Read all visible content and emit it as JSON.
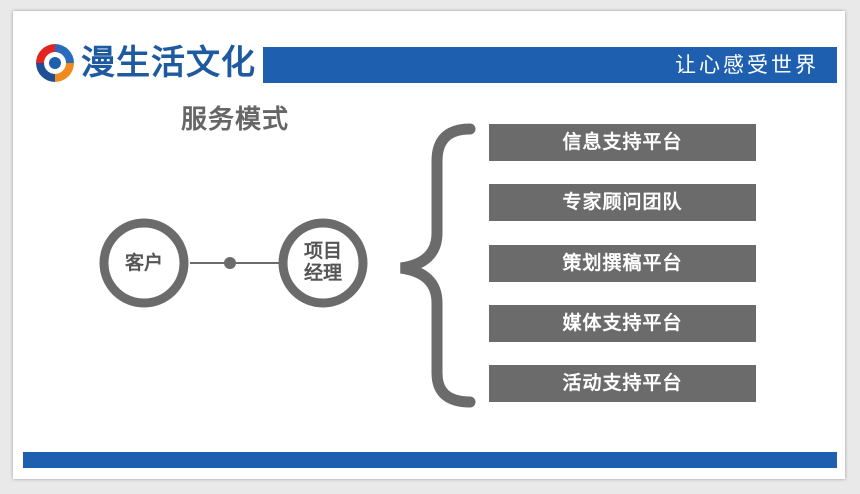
{
  "header": {
    "brand": "漫生活文化",
    "slogan": "让心感受世界"
  },
  "title": "服务模式",
  "nodes": {
    "client": "客户",
    "manager_line1": "项目",
    "manager_line2": "经理"
  },
  "platforms": [
    "信息支持平台",
    "专家顾问团队",
    "策划撰稿平台",
    "媒体支持平台",
    "活动支持平台"
  ],
  "colors": {
    "brand_blue": "#1e5fb0",
    "circle_gray": "#6b6b6b",
    "box_gray": "#6b6b6b",
    "logo_orange": "#f08a1c"
  }
}
